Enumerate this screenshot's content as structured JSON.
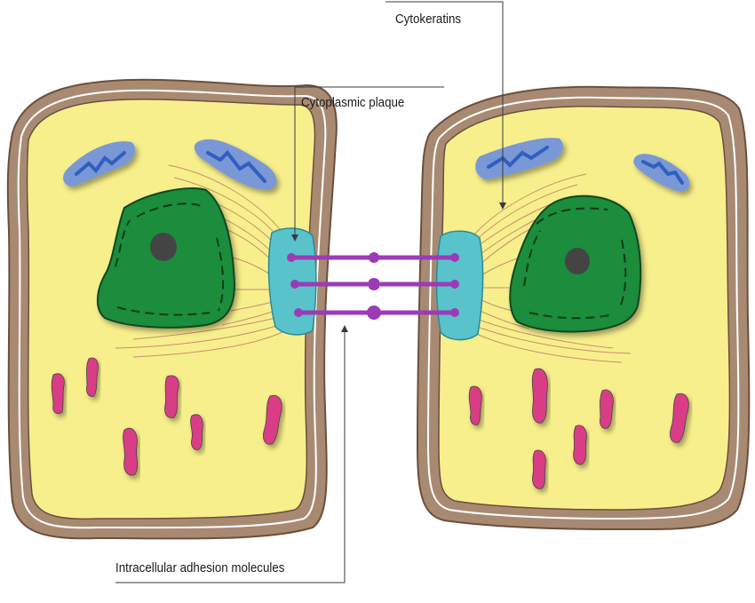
{
  "labels": {
    "cytokeratins": "Cytokeratins",
    "cytoplasmic_plaque": "Cytoplasmic plaque",
    "adhesion_molecules": "Intracellular adhesion molecules"
  },
  "colors": {
    "cell_wall": "#8a6f5c",
    "cytoplasm": "#f7ef8c",
    "nucleus": "#1e8c3e",
    "nucleolus": "#444444",
    "mitochondria": "#7a98d6",
    "organelles": "#d93c86",
    "plaque": "#59c3cc",
    "adhesion": "#9c3ab8",
    "filaments": "#c98d6e"
  }
}
